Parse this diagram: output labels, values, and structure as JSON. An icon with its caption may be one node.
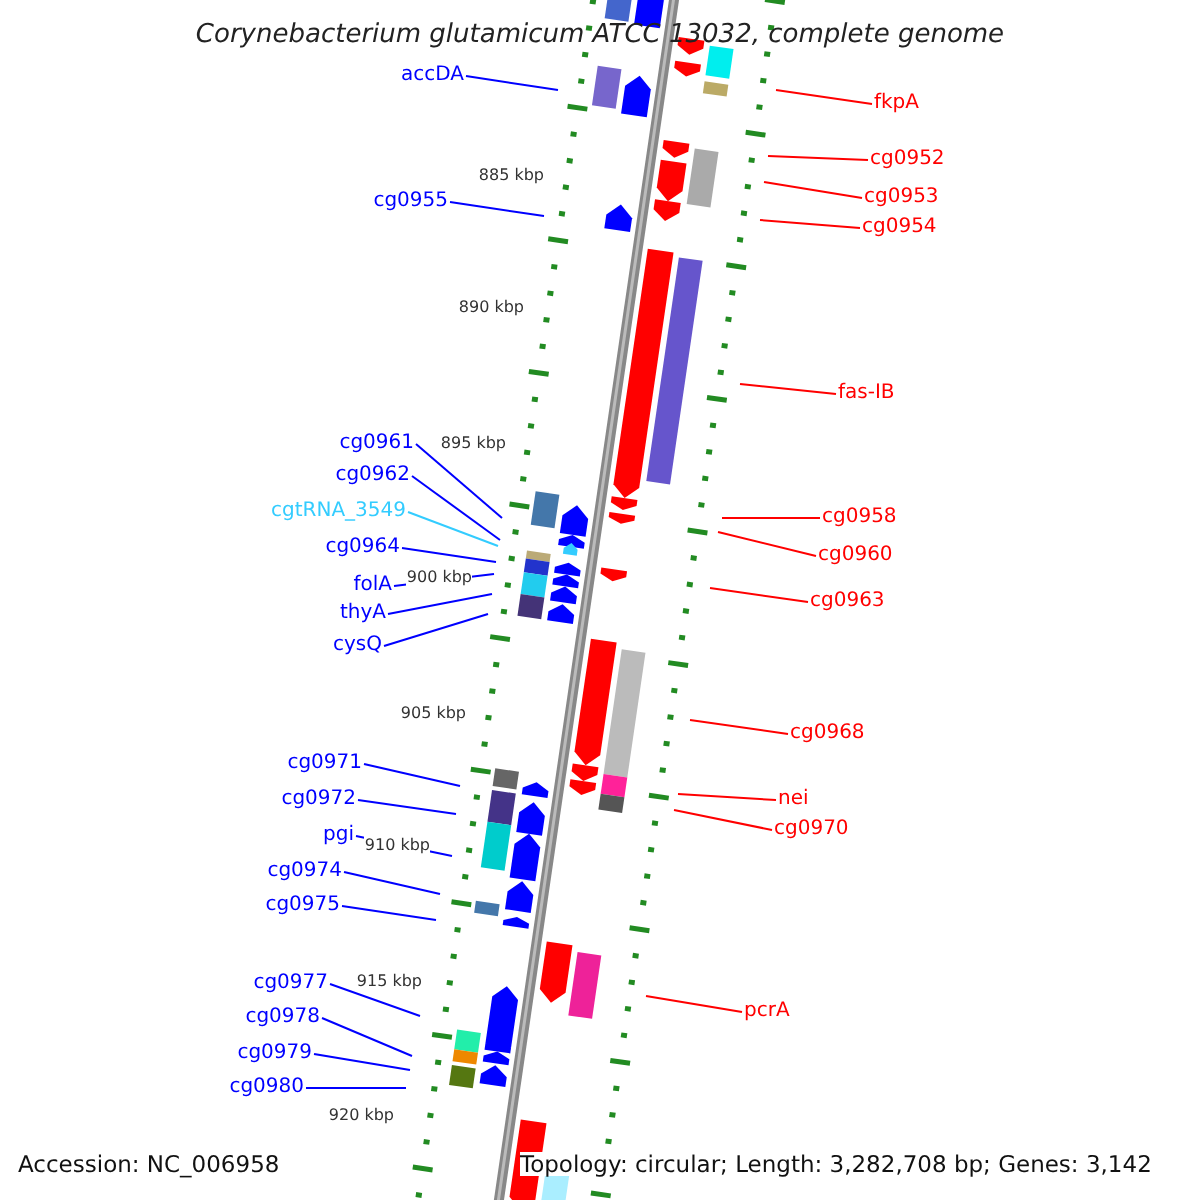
{
  "diagram": {
    "title": "Corynebacterium glutamicum ATCC 13032, complete genome",
    "nodes": [
      {
        "text": [
          "accDA"
        ]
      },
      {
        "text": [
          "fkpA"
        ]
      },
      {
        "text": [
          "cg0952"
        ]
      },
      {
        "text": [
          "cg0953"
        ]
      },
      {
        "text": [
          "cg0955"
        ]
      },
      {
        "text": [
          "cg0954"
        ]
      },
      {
        "text": [
          "fas-IB"
        ]
      },
      {
        "text": [
          "cg0961"
        ]
      },
      {
        "text": [
          "cg0962"
        ]
      },
      {
        "text": [
          "cgtRNA_3549"
        ]
      },
      {
        "text": [
          "cg0958"
        ]
      },
      {
        "text": [
          "cg0964"
        ]
      },
      {
        "text": [
          "cg0960"
        ]
      },
      {
        "text": [
          "folA"
        ]
      },
      {
        "text": [
          "cg0963"
        ]
      },
      {
        "text": [
          "thyA"
        ]
      },
      {
        "text": [
          "cysQ"
        ]
      },
      {
        "text": [
          "cg0968"
        ]
      },
      {
        "text": [
          "cg0971"
        ]
      },
      {
        "text": [
          "cg0972"
        ]
      },
      {
        "text": [
          "nei"
        ]
      },
      {
        "text": [
          "cg0970"
        ]
      },
      {
        "text": [
          "pgi"
        ]
      },
      {
        "text": [
          "cg0974"
        ]
      },
      {
        "text": [
          "cg0975"
        ]
      },
      {
        "text": [
          "cg0977"
        ]
      },
      {
        "text": [
          "pcrA"
        ]
      },
      {
        "text": [
          "cg0978"
        ]
      },
      {
        "text": [
          "cg0979"
        ]
      },
      {
        "text": [
          "cg0980"
        ]
      }
    ],
    "edges": [
      {
        "from": 0,
        "to": null,
        "arrow": "none"
      },
      {
        "from": 1,
        "to": null,
        "arrow": "none",
        "color": "#ff0000"
      },
      {
        "from": 2,
        "to": null,
        "arrow": "none",
        "color": "#ff0000"
      },
      {
        "from": 3,
        "to": null,
        "arrow": "none",
        "color": "#ff0000"
      },
      {
        "from": 4,
        "to": null,
        "arrow": "none"
      },
      {
        "from": 5,
        "to": null,
        "arrow": "none",
        "color": "#ff0000"
      },
      {
        "from": 6,
        "to": null,
        "arrow": "none",
        "color": "#ff0000"
      },
      {
        "from": 7,
        "to": null,
        "arrow": "none"
      },
      {
        "from": 8,
        "to": null,
        "arrow": "none"
      },
      {
        "from": 9,
        "to": null,
        "arrow": "none",
        "color": "#33ccff"
      },
      {
        "from": 10,
        "to": null,
        "arrow": "none",
        "color": "#ff0000"
      },
      {
        "from": 11,
        "to": null,
        "arrow": "none"
      },
      {
        "from": 12,
        "to": null,
        "arrow": "none",
        "color": "#ff0000"
      },
      {
        "from": 13,
        "to": null,
        "arrow": "none"
      },
      {
        "from": 14,
        "to": null,
        "arrow": "none",
        "color": "#ff0000"
      },
      {
        "from": 15,
        "to": null,
        "arrow": "none"
      },
      {
        "from": 16,
        "to": null,
        "arrow": "none"
      },
      {
        "from": 17,
        "to": null,
        "arrow": "none",
        "color": "#ff0000"
      },
      {
        "from": 18,
        "to": null,
        "arrow": "none"
      },
      {
        "from": 19,
        "to": null,
        "arrow": "none"
      },
      {
        "from": 20,
        "to": null,
        "arrow": "none",
        "color": "#ff0000"
      },
      {
        "from": 21,
        "to": null,
        "arrow": "none",
        "color": "#ff0000"
      },
      {
        "from": 22,
        "to": null,
        "arrow": "none"
      },
      {
        "from": 23,
        "to": null,
        "arrow": "none"
      },
      {
        "from": 24,
        "to": null,
        "arrow": "none"
      },
      {
        "from": 25,
        "to": null,
        "arrow": "none"
      },
      {
        "from": 26,
        "to": null,
        "arrow": "none",
        "color": "#ff0000"
      },
      {
        "from": 27,
        "to": null,
        "arrow": "none"
      },
      {
        "from": 28,
        "to": null,
        "arrow": "none"
      },
      {
        "from": 29,
        "to": null,
        "arrow": "none"
      }
    ],
    "labels": [
      "885 kbp",
      "890 kbp",
      "895 kbp",
      "900 kbp",
      "905 kbp",
      "910 kbp",
      "915 kbp",
      "920 kbp",
      "Accession: NC_006958",
      "Topology: circular; Length: 3,282,708 bp; Genes: 3,142"
    ]
  }
}
